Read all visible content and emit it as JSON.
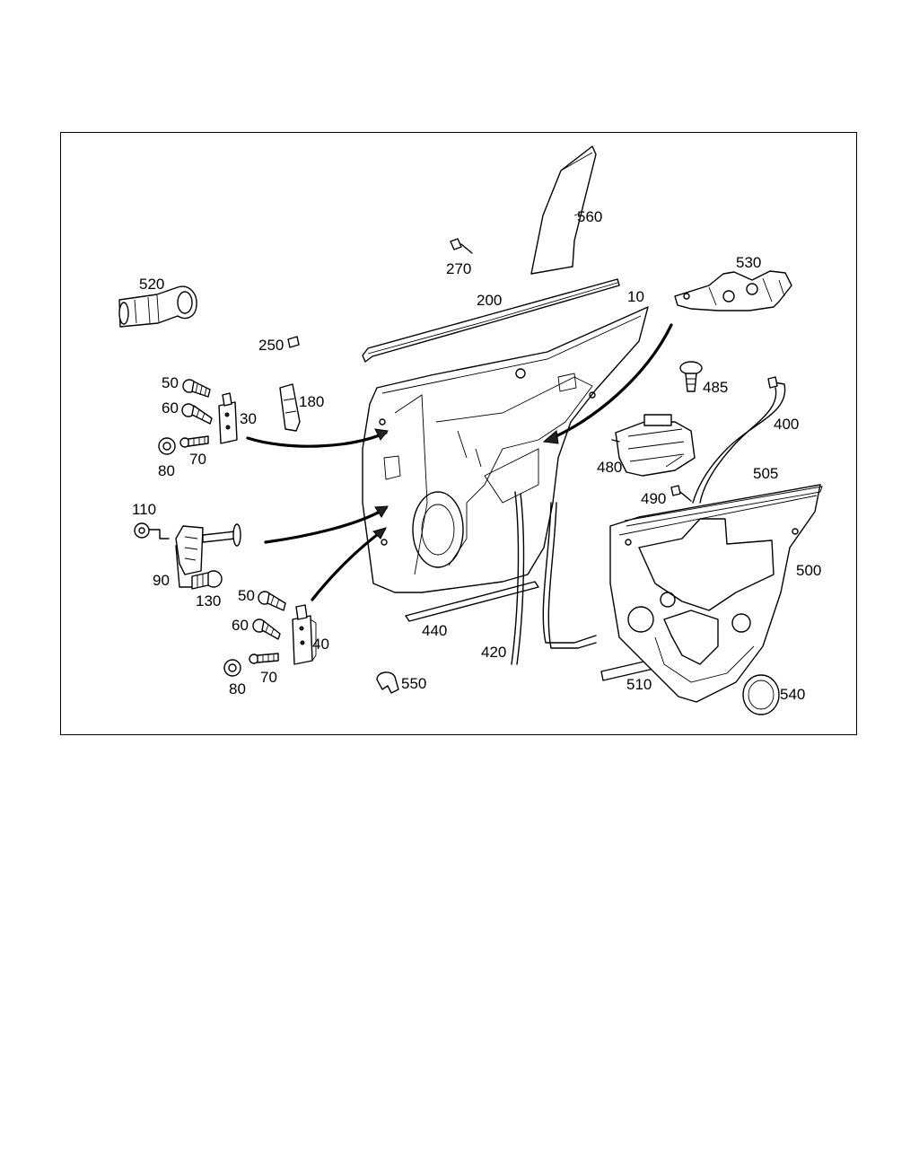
{
  "labels": {
    "l560": "560",
    "l270": "270",
    "l200": "200",
    "l10": "10",
    "l530": "530",
    "l520": "520",
    "l250": "250",
    "l485": "485",
    "l180": "180",
    "l400": "400",
    "l50a": "50",
    "l60a": "60",
    "l30": "30",
    "l80a": "80",
    "l70a": "70",
    "l480": "480",
    "l505": "505",
    "l490": "490",
    "l110": "110",
    "l500": "500",
    "l90": "90",
    "l130": "130",
    "l50b": "50",
    "l60b": "60",
    "l40": "40",
    "l440": "440",
    "l420": "420",
    "l80b": "80",
    "l70b": "70",
    "l510": "510",
    "l550": "550",
    "l540": "540"
  },
  "colors": {
    "line": "#000000",
    "background": "#ffffff"
  }
}
